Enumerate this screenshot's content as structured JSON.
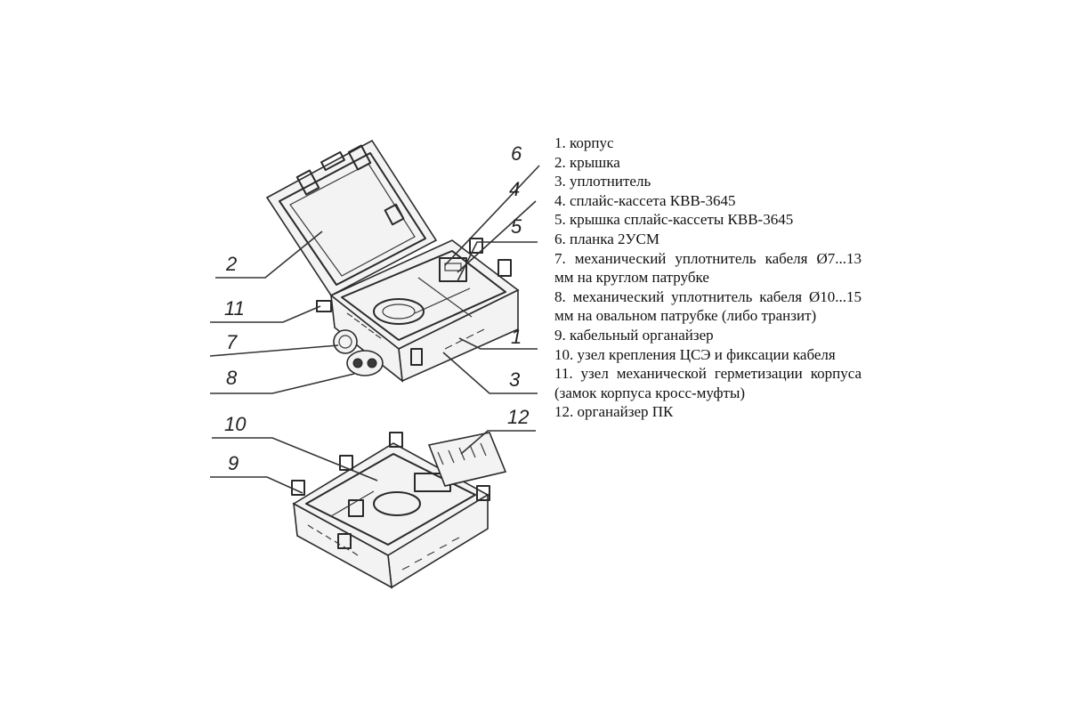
{
  "callouts": [
    "6",
    "4",
    "5",
    "2",
    "11",
    "7",
    "1",
    "8",
    "3",
    "10",
    "12",
    "9"
  ],
  "legend": [
    "1. корпус",
    "2. крышка",
    "3. уплотнитель",
    "4. сплайс-кассета КВВ-3645",
    "5. крышка сплайс-кассеты КВВ-3645",
    "6. планка 2УСМ",
    "7. механический уплотнитель кабеля Ø7...13 мм на круглом патрубке",
    "8. механический уплотнитель кабеля Ø10...15 мм на овальном патрубке (либо транзит)",
    "9. кабельный органайзер",
    "10. узел крепления ЦСЭ и фиксации кабеля",
    "11. узел механической герметизации корпуса (замок корпуса кросс-муфты)",
    "12. органайзер ПК"
  ]
}
